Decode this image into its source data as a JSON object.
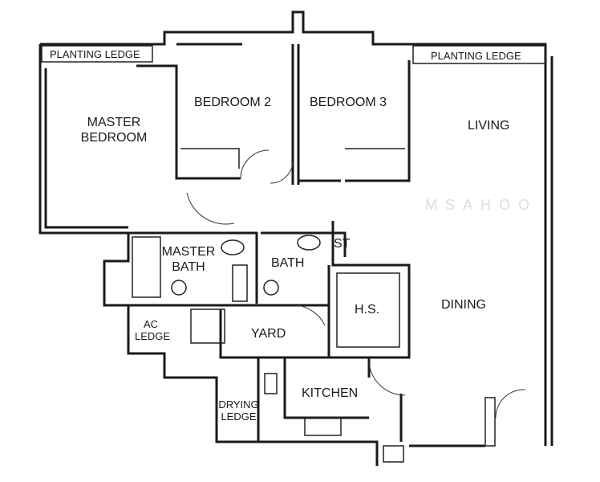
{
  "title": "Floor Plan",
  "rooms": {
    "planting_ledge_left": "PLANTING LEDGE",
    "planting_ledge_right": "PLANTING LEDGE",
    "master_bedroom": "MASTER BEDROOM",
    "bedroom_2": "BEDROOM 2",
    "bedroom_3": "BEDROOM 3",
    "living": "LIVING",
    "master_bath": "MASTER BATH",
    "bath": "BATH",
    "store": "ST",
    "household_shelter": "H.S.",
    "dining": "DINING",
    "ac_ledge": "AC LEDGE",
    "yard": "YARD",
    "kitchen": "KITCHEN",
    "drying_ledge": "DRYING LEDGE"
  },
  "watermark": "MSAHOO"
}
